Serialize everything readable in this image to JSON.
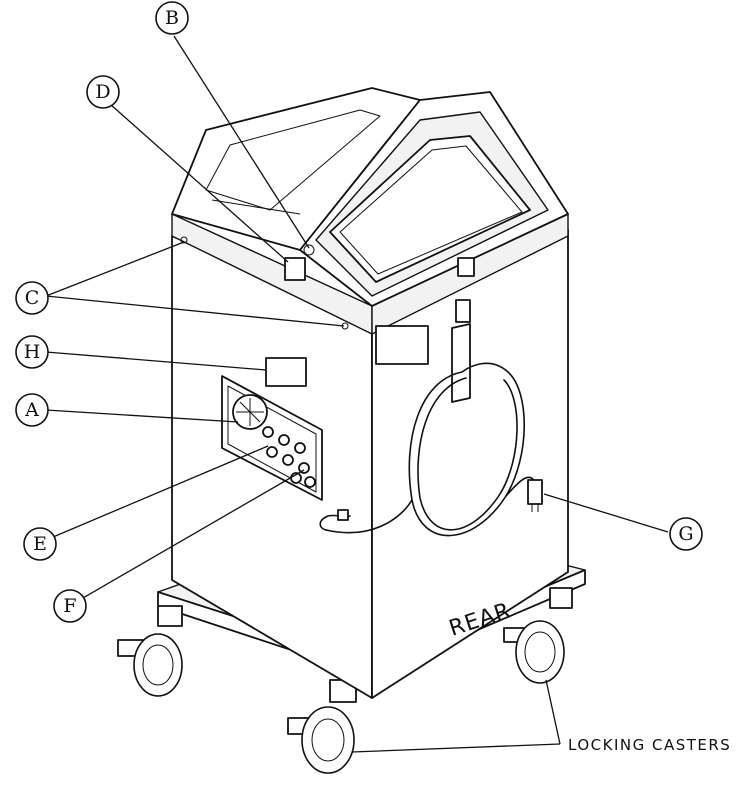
{
  "callouts": {
    "a": "A",
    "b": "B",
    "c": "C",
    "d": "D",
    "e": "E",
    "f": "F",
    "g": "G",
    "h": "H"
  },
  "body_label": "REAR",
  "casters_label": "LOCKING CASTERS"
}
